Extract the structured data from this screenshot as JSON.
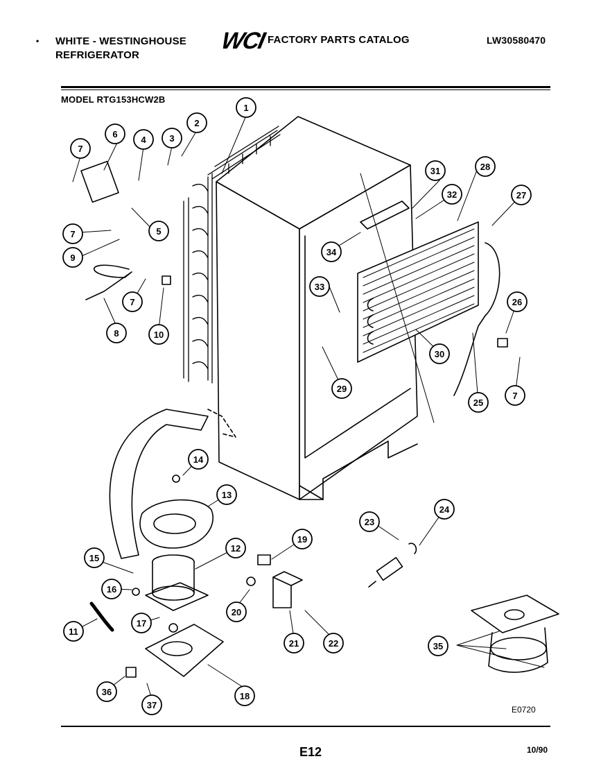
{
  "header": {
    "bullet": "•",
    "brand_line1": "WHITE - WESTINGHOUSE",
    "brand_line2": "REFRIGERATOR",
    "logo": "WCI",
    "catalog_title": "FACTORY PARTS CATALOG",
    "catalog_code": "LW30580470"
  },
  "model_label": "MODEL RTG153HCW2B",
  "drawing_number": "E0720",
  "page_number": "E12",
  "revision_date": "10/90",
  "callouts": [
    "1",
    "2",
    "3",
    "4",
    "5",
    "6",
    "7",
    "7",
    "7",
    "7",
    "8",
    "9",
    "10",
    "11",
    "12",
    "13",
    "14",
    "15",
    "16",
    "17",
    "18",
    "19",
    "20",
    "21",
    "22",
    "23",
    "24",
    "25",
    "26",
    "27",
    "28",
    "29",
    "30",
    "31",
    "32",
    "33",
    "34",
    "35",
    "36",
    "37"
  ]
}
